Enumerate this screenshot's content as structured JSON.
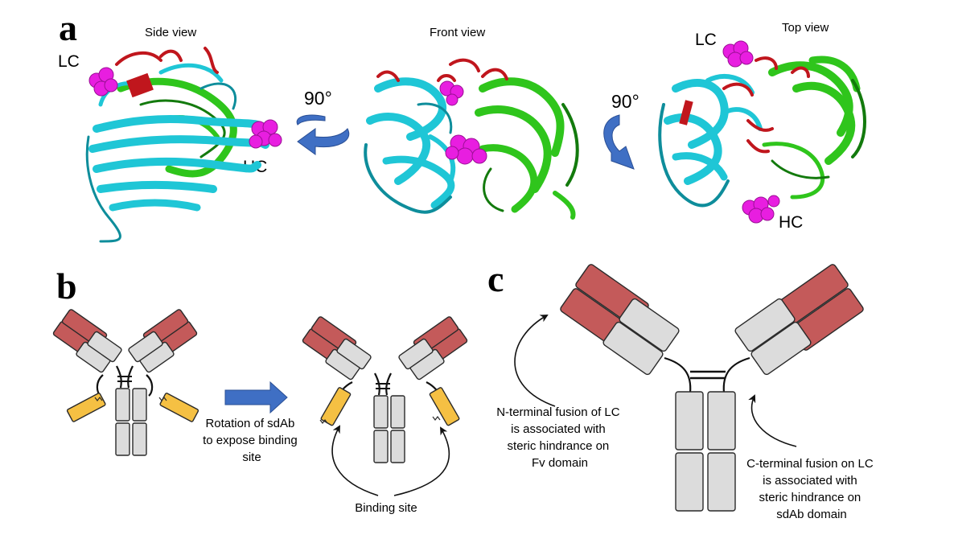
{
  "panels": {
    "a": {
      "letter": "a",
      "views": {
        "side": {
          "title": "Side view",
          "lc": "LC",
          "hc": "HC"
        },
        "front": {
          "title": "Front view"
        },
        "top": {
          "title": "Top view",
          "lc": "LC",
          "hc": "HC"
        }
      },
      "rotation1": "90°",
      "rotation2": "90°"
    },
    "b": {
      "letter": "b",
      "arrow_caption": [
        "Rotation of sdAb",
        "to expose binding",
        "site"
      ],
      "binding_label": "Binding site"
    },
    "c": {
      "letter": "c",
      "n_terminal_note": [
        "N-terminal fusion of LC",
        "is associated with",
        "steric hindrance on",
        "Fv domain"
      ],
      "c_terminal_note": [
        "C-terminal fusion on LC",
        "is associated with",
        "steric hindrance on",
        "sdAb domain"
      ]
    }
  },
  "colors": {
    "light_chain_ribbon": "#1fc6d6",
    "heavy_chain_ribbon": "#2fc51c",
    "cdr_loops": "#c0161d",
    "fusion_site_spheres": "#e81ee0",
    "variable_domain": "#c45a5a",
    "constant_domain": "#dcdcdc",
    "sdab_domain": "#f5c043",
    "rotation_arrow": "#3f6fc4"
  }
}
